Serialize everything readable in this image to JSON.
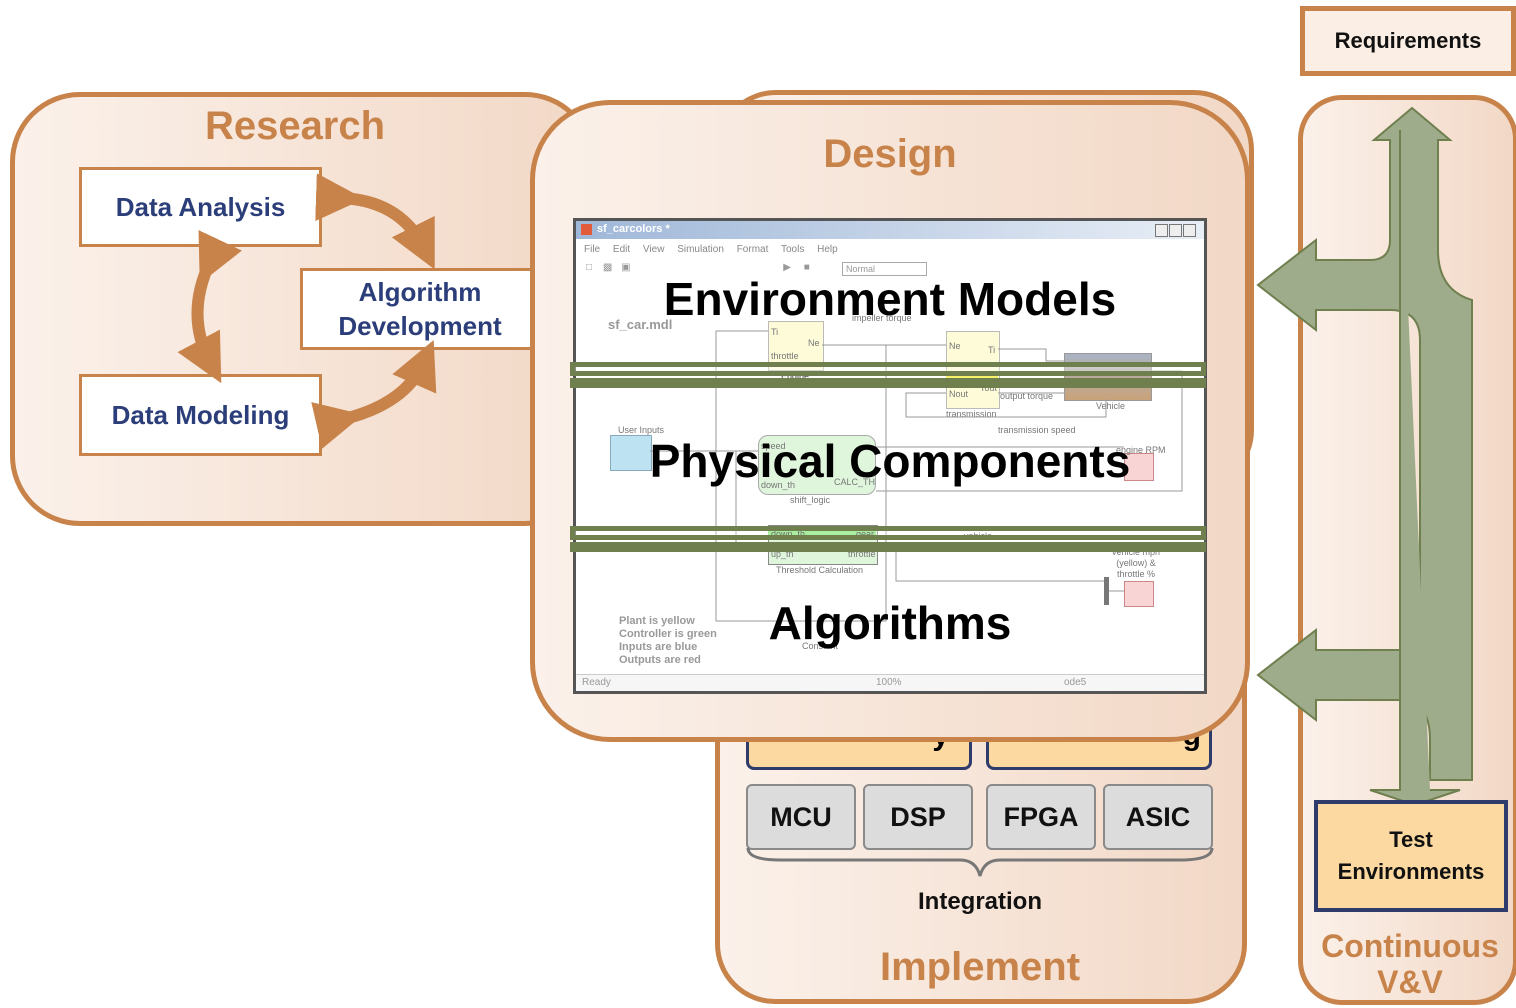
{
  "requirements": "Requirements",
  "research": {
    "title": "Research",
    "data_analysis": "Data Analysis",
    "algorithm_line1": "Algorithm",
    "algorithm_line2": "Development",
    "data_modeling": "Data Modeling"
  },
  "design": {
    "title": "Design",
    "layer_env": "Environment Models",
    "layer_phys": "Physical Components",
    "layer_alg": "Algorithms"
  },
  "simulink": {
    "window_title": "sf_carcolors *",
    "menu": [
      "File",
      "Edit",
      "View",
      "Simulation",
      "Format",
      "Tools",
      "Help"
    ],
    "mode": "Normal",
    "model_name": "sf_car.mdl",
    "status_ready": "Ready",
    "status_zoom": "100%",
    "status_solver": "ode5",
    "blocks": {
      "engine": "Engine",
      "transmission": "transmission",
      "vehicle": "Vehicle",
      "shift_logic": "shift_logic",
      "threshold": "Threshold Calculation",
      "user_inputs": "User Inputs",
      "impeller_torque": "impeller torque",
      "output_torque": "output torque",
      "transmission_speed": "transmission speed",
      "engine_rpm": "engine RPM",
      "vehicle_speed": "vehicle speed",
      "vehicle_mph": "vehicle mph (yellow) & throttle %",
      "calc_th": "CALC_TH",
      "port_ti": "Ti",
      "port_ne": "Ne",
      "port_throttle": "throttle",
      "port_nout": "Nout",
      "port_tout": "Tout",
      "port_speed": "speed",
      "port_up_th": "up_th",
      "port_down_th": "down_th",
      "port_gear": "gear",
      "constant": "Constant"
    },
    "legend": [
      "Plant is yellow",
      "Controller is green",
      "Inputs are blue",
      "Outputs are red"
    ]
  },
  "implement": {
    "title": "Implement",
    "partial_left": "y",
    "partial_right": "g",
    "chips": [
      "MCU",
      "DSP",
      "FPGA",
      "ASIC"
    ],
    "integration": "Integration"
  },
  "vv": {
    "title_line1": "Continuous",
    "title_line2": "V&V",
    "test_line1": "Test",
    "test_line2": "Environments"
  },
  "colors": {
    "accent": "#c8834a",
    "arrow_green": "#9eac8c",
    "box_text": "#2c3e7a",
    "band_green": "#6f7f4e",
    "orange_box": "#fbd9a0"
  }
}
